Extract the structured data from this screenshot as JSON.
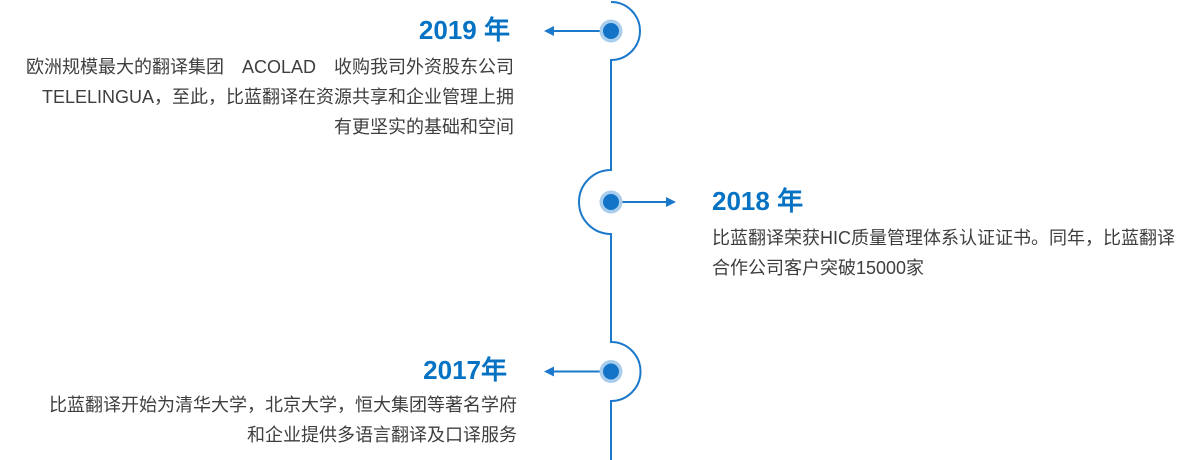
{
  "colors": {
    "accent_blue": "#0672c3",
    "line_blue": "#1b78cb",
    "node_fill": "#1373c6",
    "node_halo": "#a9cdec",
    "body_text": "#3e3e3e"
  },
  "timeline": {
    "events": [
      {
        "year": "2019 年",
        "side": "left",
        "lines": [
          "欧洲规模最大的翻译集团　ACOLAD　收购我司外资股东公司",
          "TELELINGUA，至此，比蓝翻译在资源共享和企业管理上拥",
          "有更坚实的基础和空间"
        ]
      },
      {
        "year": "2018 年",
        "side": "right",
        "lines": [
          "比蓝翻译荣获HIC质量管理体系认证证书。同年，比蓝翻译",
          "合作公司客户突破15000家"
        ]
      },
      {
        "year": "2017年",
        "side": "left",
        "lines": [
          "比蓝翻译开始为清华大学，北京大学，恒大集团等著名学府",
          "和企业提供多语言翻译及口译服务"
        ]
      }
    ]
  }
}
